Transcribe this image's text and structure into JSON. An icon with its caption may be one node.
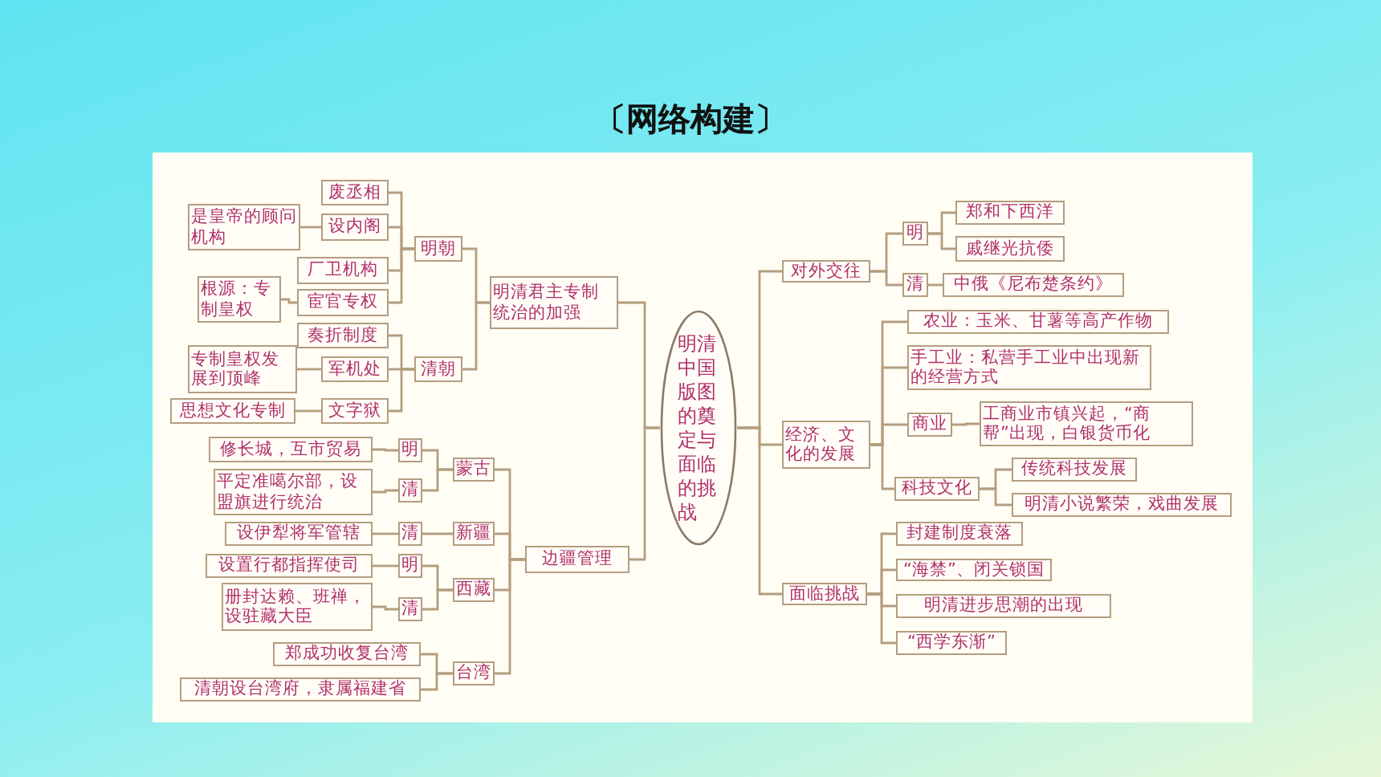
{
  "diagram": {
    "title": "〔网络构建〕",
    "nodes": [
      {
        "text": [
          "明清中国版图的奠定与面临的挑战"
        ]
      },
      {
        "text": [
          "明清君主专制统治的加强"
        ]
      },
      {
        "text": [
          "明朝"
        ]
      },
      {
        "text": [
          "废丞相"
        ]
      },
      {
        "text": [
          "设内阁"
        ]
      },
      {
        "text": [
          "是皇帝的顾问机构"
        ]
      },
      {
        "text": [
          "厂卫机构"
        ]
      },
      {
        "text": [
          "宦官专权"
        ]
      },
      {
        "text": [
          "根源：专制皇权"
        ]
      },
      {
        "text": [
          "清朝"
        ]
      },
      {
        "text": [
          "奏折制度"
        ]
      },
      {
        "text": [
          "军机处"
        ]
      },
      {
        "text": [
          "专制皇权发展到顶峰"
        ]
      },
      {
        "text": [
          "文字狱"
        ]
      },
      {
        "text": [
          "思想文化专制"
        ]
      },
      {
        "text": [
          "边疆管理"
        ]
      },
      {
        "text": [
          "蒙古"
        ]
      },
      {
        "text": [
          "明"
        ]
      },
      {
        "text": [
          "修长城，互市贸易"
        ]
      },
      {
        "text": [
          "清"
        ]
      },
      {
        "text": [
          "平定准噶尔部，设盟旗进行统治"
        ]
      },
      {
        "text": [
          "新疆"
        ]
      },
      {
        "text": [
          "清"
        ]
      },
      {
        "text": [
          "设伊犁将军管辖"
        ]
      },
      {
        "text": [
          "西藏"
        ]
      },
      {
        "text": [
          "明"
        ]
      },
      {
        "text": [
          "设置行都指挥使司"
        ]
      },
      {
        "text": [
          "清"
        ]
      },
      {
        "text": [
          "册封达赖、班禅，设驻藏大臣"
        ]
      },
      {
        "text": [
          "台湾"
        ]
      },
      {
        "text": [
          "郑成功收复台湾"
        ]
      },
      {
        "text": [
          "清朝设台湾府，隶属福建省"
        ]
      },
      {
        "text": [
          "对外交往"
        ]
      },
      {
        "text": [
          "明"
        ]
      },
      {
        "text": [
          "郑和下西洋"
        ]
      },
      {
        "text": [
          "戚继光抗倭"
        ]
      },
      {
        "text": [
          "清"
        ]
      },
      {
        "text": [
          "中俄《尼布楚条约》"
        ]
      },
      {
        "text": [
          "经济、文化的发展"
        ]
      },
      {
        "text": [
          "农业：玉米、甘薯等高产作物"
        ]
      },
      {
        "text": [
          "手工业：私营手工业中出现新的经营方式"
        ]
      },
      {
        "text": [
          "商业"
        ]
      },
      {
        "text": [
          "工商业市镇兴起，“商帮”出现，白银货币化"
        ]
      },
      {
        "text": [
          "科技文化"
        ]
      },
      {
        "text": [
          "传统科技发展"
        ]
      },
      {
        "text": [
          "明清小说繁荣，戏曲发展"
        ]
      },
      {
        "text": [
          "面临挑战"
        ]
      },
      {
        "text": [
          "封建制度衰落"
        ]
      },
      {
        "text": [
          "“海禁”、闭关锁国"
        ]
      },
      {
        "text": [
          "明清进步思潮的出现"
        ]
      },
      {
        "text": [
          "“西学东渐”"
        ]
      }
    ],
    "edges": [
      {
        "from": 0,
        "to": 1,
        "arrow": "none"
      },
      {
        "from": 0,
        "to": 15,
        "arrow": "none"
      },
      {
        "from": 0,
        "to": 32,
        "arrow": "none"
      },
      {
        "from": 0,
        "to": 38,
        "arrow": "none"
      },
      {
        "from": 0,
        "to": 46,
        "arrow": "none"
      },
      {
        "from": 1,
        "to": 2,
        "arrow": "none"
      },
      {
        "from": 1,
        "to": 9,
        "arrow": "none"
      },
      {
        "from": 2,
        "to": 3,
        "arrow": "none"
      },
      {
        "from": 2,
        "to": 4,
        "arrow": "none"
      },
      {
        "from": 2,
        "to": 6,
        "arrow": "none"
      },
      {
        "from": 2,
        "to": 7,
        "arrow": "none"
      },
      {
        "from": 4,
        "to": 5,
        "arrow": "none"
      },
      {
        "from": 7,
        "to": 8,
        "arrow": "none"
      },
      {
        "from": 9,
        "to": 10,
        "arrow": "none"
      },
      {
        "from": 9,
        "to": 11,
        "arrow": "none"
      },
      {
        "from": 9,
        "to": 13,
        "arrow": "none"
      },
      {
        "from": 11,
        "to": 12,
        "arrow": "none"
      },
      {
        "from": 13,
        "to": 14,
        "arrow": "none"
      },
      {
        "from": 15,
        "to": 16,
        "arrow": "none"
      },
      {
        "from": 15,
        "to": 21,
        "arrow": "none"
      },
      {
        "from": 15,
        "to": 24,
        "arrow": "none"
      },
      {
        "from": 15,
        "to": 29,
        "arrow": "none"
      },
      {
        "from": 16,
        "to": 17,
        "arrow": "none"
      },
      {
        "from": 16,
        "to": 19,
        "arrow": "none"
      },
      {
        "from": 17,
        "to": 18,
        "arrow": "none"
      },
      {
        "from": 19,
        "to": 20,
        "arrow": "none"
      },
      {
        "from": 21,
        "to": 22,
        "arrow": "none"
      },
      {
        "from": 22,
        "to": 23,
        "arrow": "none"
      },
      {
        "from": 24,
        "to": 25,
        "arrow": "none"
      },
      {
        "from": 24,
        "to": 27,
        "arrow": "none"
      },
      {
        "from": 25,
        "to": 26,
        "arrow": "none"
      },
      {
        "from": 27,
        "to": 28,
        "arrow": "none"
      },
      {
        "from": 29,
        "to": 30,
        "arrow": "none"
      },
      {
        "from": 29,
        "to": 31,
        "arrow": "none"
      },
      {
        "from": 32,
        "to": 33,
        "arrow": "none"
      },
      {
        "from": 32,
        "to": 36,
        "arrow": "none"
      },
      {
        "from": 33,
        "to": 34,
        "arrow": "none"
      },
      {
        "from": 33,
        "to": 35,
        "arrow": "none"
      },
      {
        "from": 36,
        "to": 37,
        "arrow": "none"
      },
      {
        "from": 38,
        "to": 39,
        "arrow": "none"
      },
      {
        "from": 38,
        "to": 40,
        "arrow": "none"
      },
      {
        "from": 38,
        "to": 41,
        "arrow": "none"
      },
      {
        "from": 38,
        "to": 43,
        "arrow": "none"
      },
      {
        "from": 41,
        "to": 42,
        "arrow": "none"
      },
      {
        "from": 43,
        "to": 44,
        "arrow": "none"
      },
      {
        "from": 43,
        "to": 45,
        "arrow": "none"
      },
      {
        "from": 46,
        "to": 47,
        "arrow": "none"
      },
      {
        "from": 46,
        "to": 48,
        "arrow": "none"
      },
      {
        "from": 46,
        "to": 49,
        "arrow": "none"
      },
      {
        "from": 46,
        "to": 50,
        "arrow": "none"
      }
    ]
  }
}
